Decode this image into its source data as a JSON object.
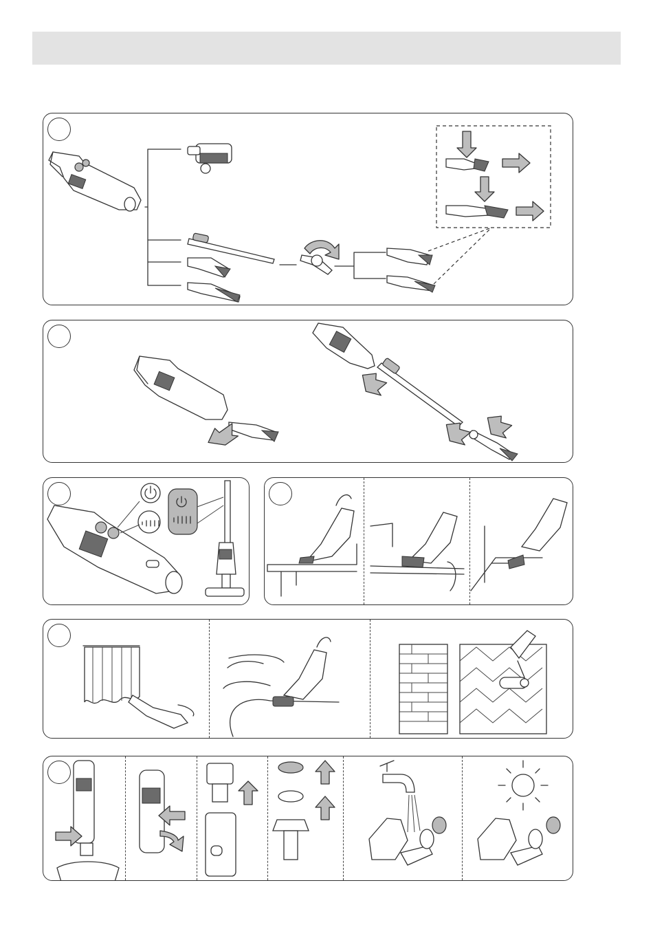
{
  "header": {
    "title": ""
  },
  "steps": [
    {
      "id": "step-1",
      "number": ""
    },
    {
      "id": "step-2",
      "number": ""
    },
    {
      "id": "step-3",
      "number": ""
    },
    {
      "id": "step-4",
      "number": ""
    },
    {
      "id": "step-5",
      "number": ""
    },
    {
      "id": "step-6",
      "number": ""
    }
  ],
  "icons": {
    "power": "power-icon",
    "speed": "speed-level-icon",
    "sun": "sun-icon",
    "tap": "water-tap-icon",
    "arrow": "arrow-icon"
  },
  "colors": {
    "header_bar": "#e3e3e3",
    "outline": "#333333",
    "arrow_fill": "#bdbdbd"
  }
}
